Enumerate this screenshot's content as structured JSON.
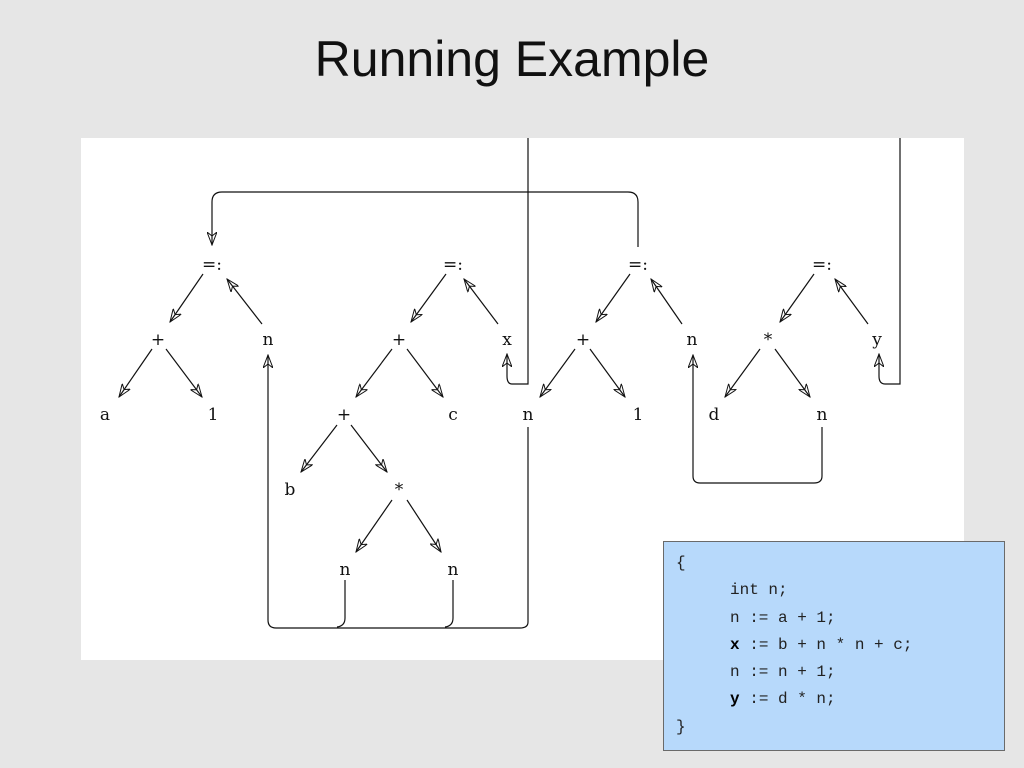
{
  "title": "Running Example",
  "tree": {
    "assign1": {
      "op": "=:",
      "plus": "+",
      "a": "a",
      "one": "1",
      "target": "n"
    },
    "assign2": {
      "op": "=:",
      "plus_top": "+",
      "plus_mid": "+",
      "b": "b",
      "times": "*",
      "n_left": "n",
      "n_right": "n",
      "c": "c",
      "target": "x"
    },
    "assign3": {
      "op": "=:",
      "plus": "+",
      "n": "n",
      "one": "1",
      "target": "n"
    },
    "assign4": {
      "op": "=:",
      "times": "*",
      "d": "d",
      "n": "n",
      "target": "y"
    }
  },
  "code": {
    "open_brace": "{",
    "close_brace": "}",
    "lines": [
      {
        "var": "",
        "rest": "int n;"
      },
      {
        "var": "",
        "rest": "n := a + 1;"
      },
      {
        "var": "x",
        "rest": " := b + n * n + c;"
      },
      {
        "var": "",
        "rest": "n := n + 1;"
      },
      {
        "var": "y",
        "rest": " := d * n;"
      }
    ]
  }
}
